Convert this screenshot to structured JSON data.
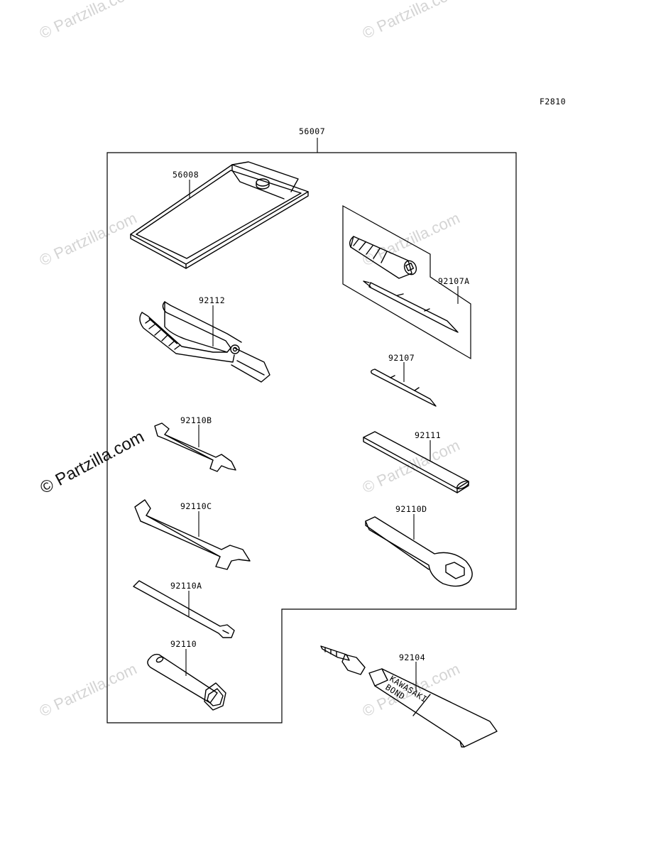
{
  "figure_code": "F2810",
  "watermark": "© Partzilla.com",
  "parts": {
    "kit": "56007",
    "case": "56008",
    "pliers": "92112",
    "screwdriver_set": "92107A",
    "screwdriver": "92107",
    "wrench_b": "92110B",
    "handle": "92111",
    "wrench_c": "92110C",
    "wrench_d": "92110D",
    "wrench_a": "92110A",
    "plug_wrench": "92110",
    "bond": "92104"
  },
  "tube_text": {
    "line1": "KAWASAKI",
    "line2": "BOND"
  }
}
